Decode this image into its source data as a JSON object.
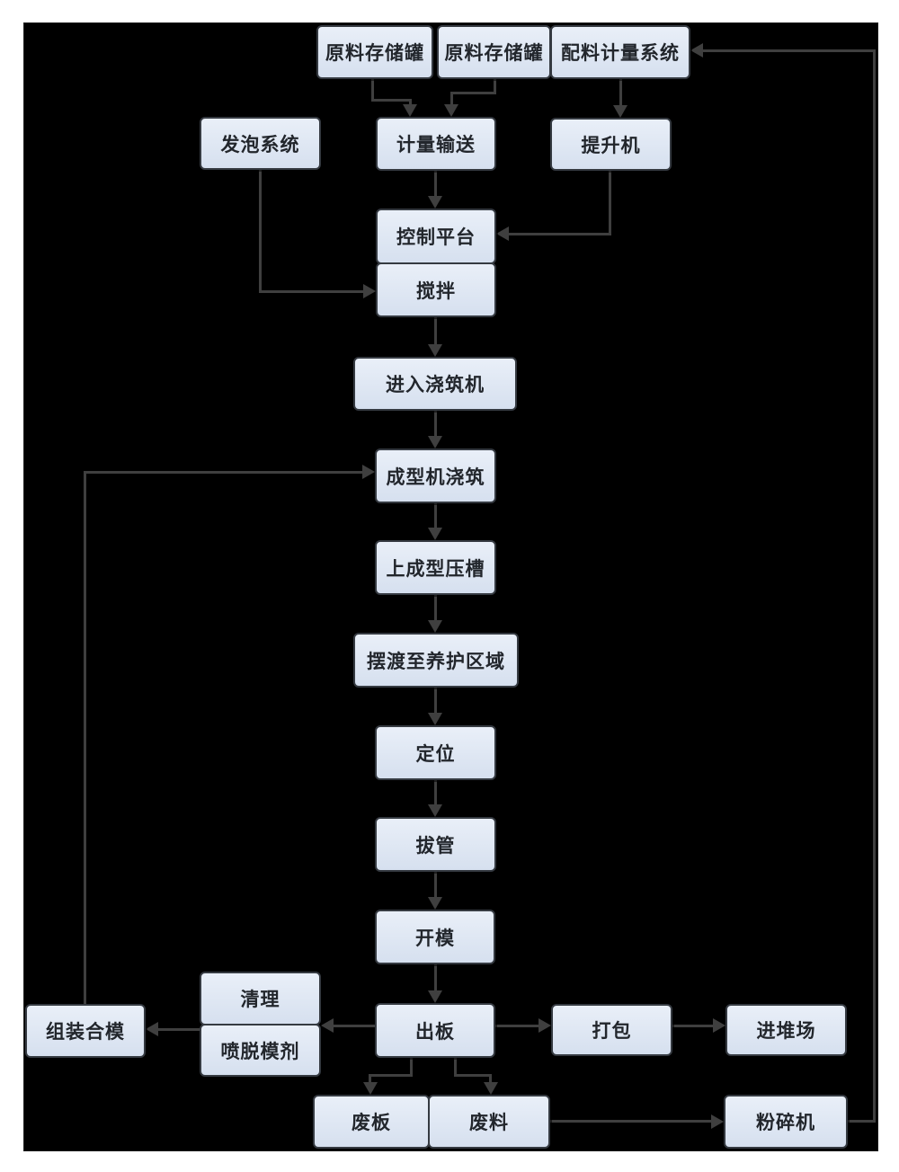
{
  "diagram": {
    "canvas_background": "#000000",
    "node_fill": "#dce5f2",
    "node_border_color": "#353a41",
    "connector_color": "#3f3f3f",
    "nodes": {
      "raw_tank_1": {
        "label": "原料存储罐"
      },
      "raw_tank_2": {
        "label": "原料存储罐"
      },
      "batching_system": {
        "label": "配料计量系统"
      },
      "foaming_system": {
        "label": "发泡系统"
      },
      "metering_conveyor": {
        "label": "计量输送"
      },
      "hoist": {
        "label": "提升机"
      },
      "control_platform": {
        "label": "控制平台"
      },
      "mixing": {
        "label": "搅拌"
      },
      "enter_casting": {
        "label": "进入浇筑机"
      },
      "forming_casting": {
        "label": "成型机浇筑"
      },
      "forming_groove": {
        "label": "上成型压槽"
      },
      "ferry_curing": {
        "label": "摆渡至养护区域"
      },
      "positioning": {
        "label": "定位"
      },
      "tube_pulling": {
        "label": "拔管"
      },
      "mold_open": {
        "label": "开模"
      },
      "board_out": {
        "label": "出板"
      },
      "cleaning": {
        "label": "清理"
      },
      "spray_release": {
        "label": "喷脱模剂"
      },
      "assemble_mold": {
        "label": "组装合模"
      },
      "packing": {
        "label": "打包"
      },
      "yard": {
        "label": "进堆场"
      },
      "waste_board": {
        "label": "废板"
      },
      "waste_material": {
        "label": "废料"
      },
      "crusher": {
        "label": "粉碎机"
      }
    },
    "edges": [
      {
        "from": "raw_tank_1",
        "to": "metering_conveyor"
      },
      {
        "from": "raw_tank_2",
        "to": "metering_conveyor"
      },
      {
        "from": "batching_system",
        "to": "hoist"
      },
      {
        "from": "metering_conveyor",
        "to": "control_platform"
      },
      {
        "from": "hoist",
        "to": "control_platform"
      },
      {
        "from": "foaming_system",
        "to": "mixing"
      },
      {
        "from": "mixing",
        "to": "enter_casting"
      },
      {
        "from": "enter_casting",
        "to": "forming_casting"
      },
      {
        "from": "forming_casting",
        "to": "forming_groove"
      },
      {
        "from": "forming_groove",
        "to": "ferry_curing"
      },
      {
        "from": "ferry_curing",
        "to": "positioning"
      },
      {
        "from": "positioning",
        "to": "tube_pulling"
      },
      {
        "from": "tube_pulling",
        "to": "mold_open"
      },
      {
        "from": "mold_open",
        "to": "board_out"
      },
      {
        "from": "board_out",
        "to": "cleaning"
      },
      {
        "from": "cleaning",
        "to": "assemble_mold"
      },
      {
        "from": "assemble_mold",
        "to": "forming_casting"
      },
      {
        "from": "board_out",
        "to": "packing"
      },
      {
        "from": "packing",
        "to": "yard"
      },
      {
        "from": "board_out",
        "to": "waste_board"
      },
      {
        "from": "board_out",
        "to": "waste_material"
      },
      {
        "from": "waste_material",
        "to": "crusher"
      },
      {
        "from": "crusher",
        "to": "batching_system"
      }
    ]
  }
}
